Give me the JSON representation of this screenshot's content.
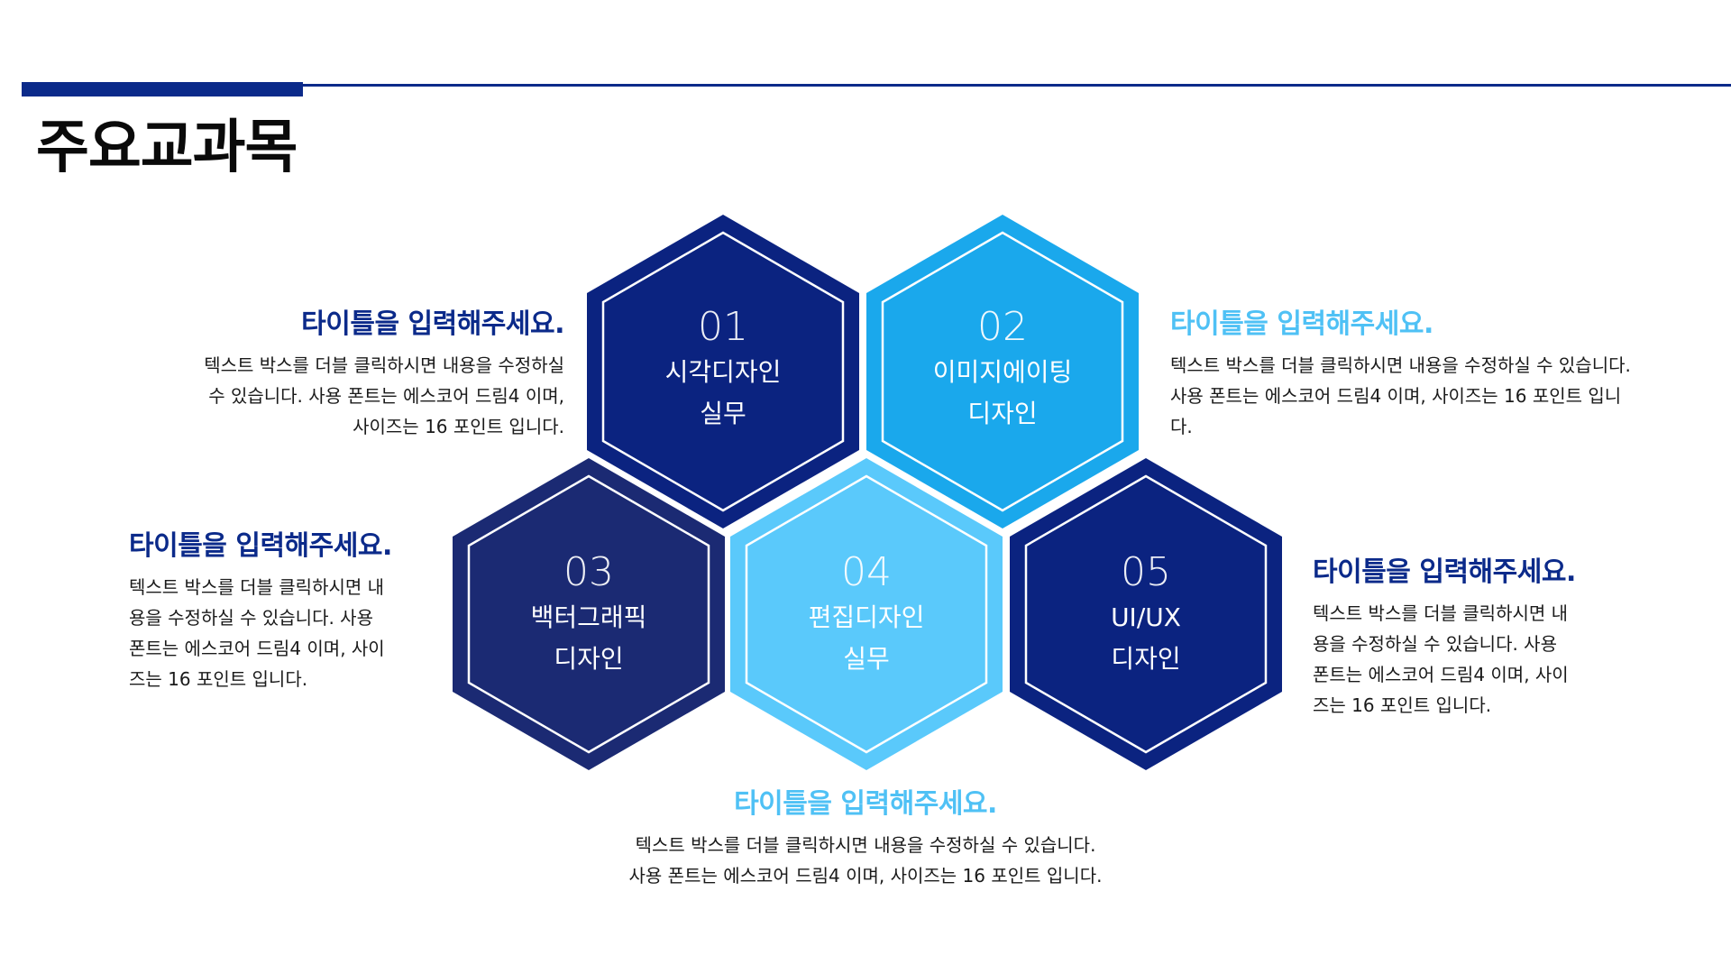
{
  "page": {
    "title": "주요교과목"
  },
  "colors": {
    "dark_navy": "#0b2380",
    "navy": "#1b2a73",
    "blue": "#1aa8ec",
    "light_blue": "#5ac9fb",
    "title_dark": "#0b2a8a",
    "title_light": "#4fc1f5"
  },
  "hexagons": [
    {
      "number": "01",
      "label_line1": "시각디자인",
      "label_line2": "실무"
    },
    {
      "number": "02",
      "label_line1": "이미지에이팅",
      "label_line2": "디자인"
    },
    {
      "number": "03",
      "label_line1": "백터그래픽",
      "label_line2": "디자인"
    },
    {
      "number": "04",
      "label_line1": "편집디자인",
      "label_line2": "실무"
    },
    {
      "number": "05",
      "label_line1": "UI/UX",
      "label_line2": "디자인"
    }
  ],
  "blocks": [
    {
      "title": "타이틀을 입력해주세요.",
      "lines": [
        "텍스트 박스를 더블 클릭하시면 내용을 수정하실",
        "수 있습니다. 사용 폰트는 에스코어 드림4 이며,",
        "사이즈는 16 포인트 입니다."
      ]
    },
    {
      "title": "타이틀을 입력해주세요.",
      "lines": [
        "텍스트 박스를 더블 클릭하시면 내용을 수정하실 수 있습니다.",
        "사용 폰트는 에스코어 드림4 이며, 사이즈는 16 포인트 입니",
        "다."
      ]
    },
    {
      "title": "타이틀을 입력해주세요.",
      "lines": [
        "텍스트 박스를 더블 클릭하시면 내",
        "용을 수정하실 수 있습니다. 사용",
        "폰트는 에스코어 드림4 이며, 사이",
        "즈는 16 포인트 입니다."
      ]
    },
    {
      "title": "타이틀을 입력해주세요.",
      "lines": [
        "텍스트 박스를 더블 클릭하시면 내",
        "용을 수정하실 수 있습니다. 사용",
        "폰트는 에스코어 드림4 이며, 사이",
        "즈는 16 포인트 입니다."
      ]
    },
    {
      "title": "타이틀을 입력해주세요.",
      "lines": [
        "텍스트 박스를 더블 클릭하시면 내용을 수정하실 수 있습니다.",
        "사용 폰트는 에스코어 드림4 이며, 사이즈는 16 포인트 입니다."
      ]
    }
  ]
}
